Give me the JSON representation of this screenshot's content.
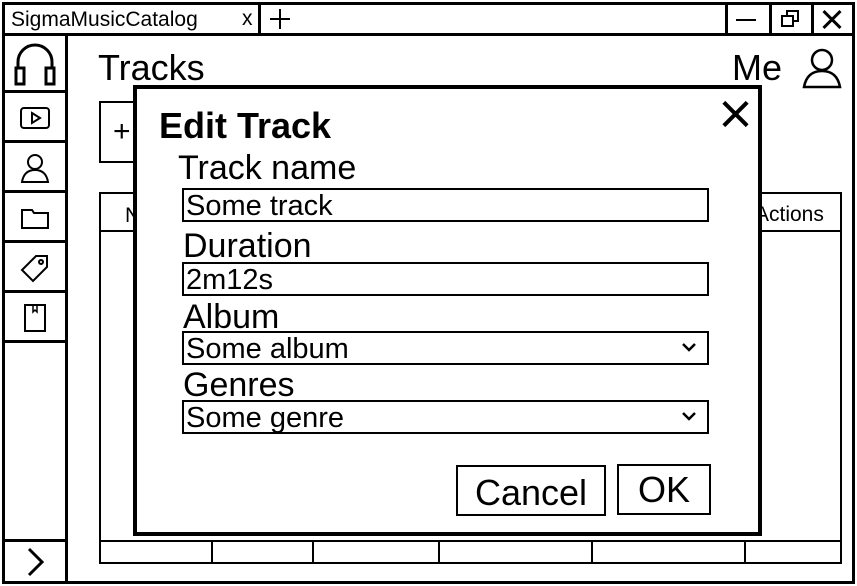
{
  "window": {
    "tab_title": "SigmaMusicCatalog",
    "tab_close": "x"
  },
  "sidebar": {
    "items": [
      {
        "icon": "headphones-icon"
      },
      {
        "icon": "play-icon"
      },
      {
        "icon": "user-icon"
      },
      {
        "icon": "folder-icon"
      },
      {
        "icon": "tag-icon"
      },
      {
        "icon": "bookmark-icon"
      }
    ],
    "expand_icon": "chevron-right-icon"
  },
  "header": {
    "title": "Tracks",
    "user_label": "Me"
  },
  "toolbar": {
    "add_label": "+"
  },
  "table": {
    "headers": [
      "N",
      "Actions"
    ]
  },
  "dialog": {
    "title": "Edit Track",
    "fields": {
      "track_name": {
        "label": "Track name",
        "value": "Some track"
      },
      "duration": {
        "label": "Duration",
        "value": "2m12s"
      },
      "album": {
        "label": "Album",
        "value": "Some album"
      },
      "genres": {
        "label": "Genres",
        "value": "Some genre"
      }
    },
    "cancel_label": "Cancel",
    "ok_label": "OK"
  }
}
